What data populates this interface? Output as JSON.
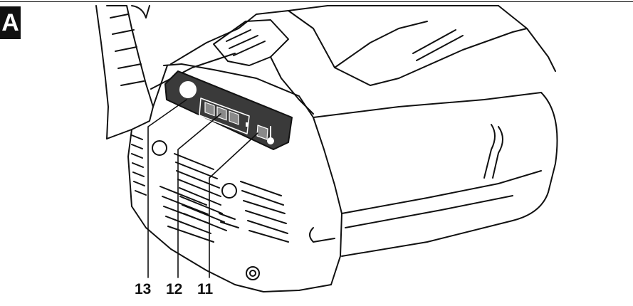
{
  "figure": {
    "label": "A"
  },
  "device": {
    "power_glyph": "On"
  },
  "callouts": [
    {
      "number": "13",
      "target": "on-indicator"
    },
    {
      "number": "12",
      "target": "battery-indicator"
    },
    {
      "number": "11",
      "target": "temperature-indicator"
    }
  ],
  "icons": [
    "on-indicator-icon",
    "battery-level-icon",
    "thermometer-icon"
  ]
}
